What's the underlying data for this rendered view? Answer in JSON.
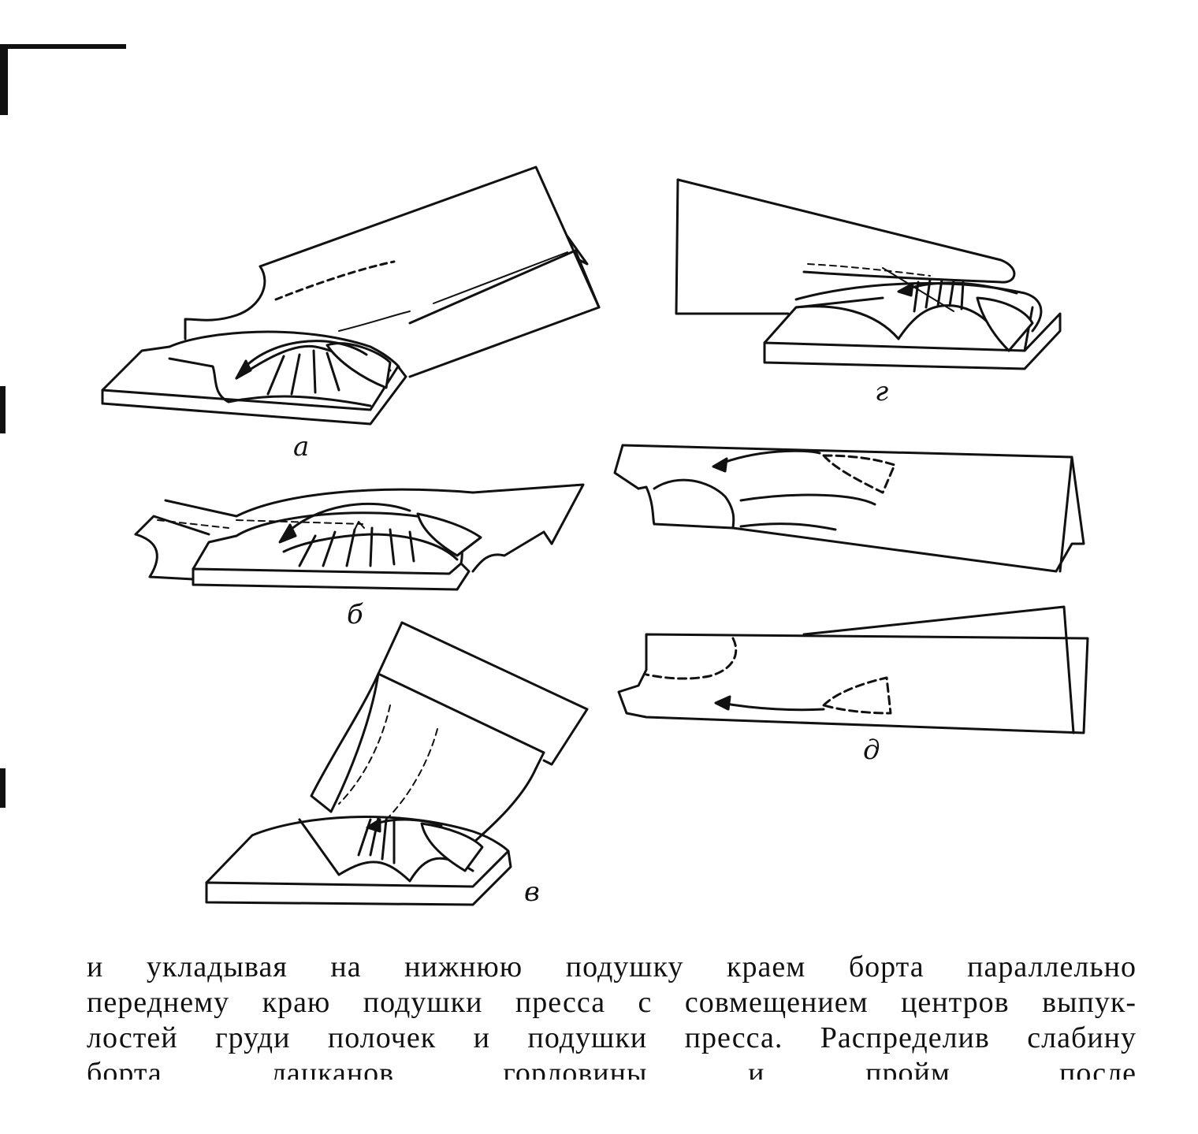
{
  "figure": {
    "labels": {
      "a": "а",
      "b": "б",
      "v": "в",
      "g": "г",
      "d": "д"
    }
  },
  "body_text": {
    "lines": [
      "и укладывая на нижнюю подушку краем борта параллельно",
      "переднему краю подушки пресса с совмещением центров выпук-",
      "лостей груди полочек и подушки пресса. Распределив слабину",
      "борта, лацканов, горловины и пройм, после"
    ]
  },
  "colors": {
    "ink": "#111111",
    "paper": "#ffffff"
  }
}
